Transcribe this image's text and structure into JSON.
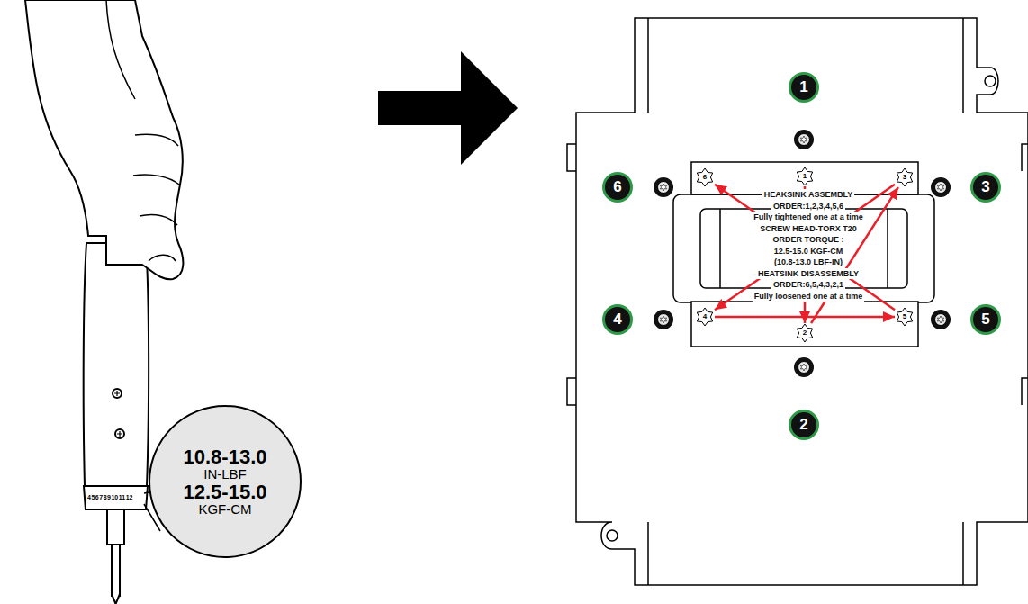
{
  "diagram": {
    "nodes": [
      {
        "text": [
          "10.8-13.0",
          "IN-LBF",
          "12.5-15.0",
          "KGF-CM"
        ]
      },
      {
        "text": [
          "1"
        ]
      },
      {
        "text": [
          "6"
        ]
      },
      {
        "text": [
          "3"
        ]
      },
      {
        "text": [
          "4"
        ]
      },
      {
        "text": [
          "5"
        ]
      },
      {
        "text": [
          "2"
        ]
      },
      {
        "text": [
          "HEAKSINK ASSEMBLY",
          "ORDER:1,2,3,4,5,6",
          "Fully tightened one at a time",
          "SCREW HEAD-TORX T20",
          "ORDER TORQUE :",
          "12.5-15.0 KGF-CM",
          "(10.8-13.0 LBF-IN)",
          "HEATSINK DISASSEMBLY",
          "ORDER:6,5,4,3,2,1",
          "Fully loosened one at a time"
        ]
      },
      {
        "text": [
          "6"
        ],
        "in": 7
      },
      {
        "text": [
          "1"
        ],
        "in": 7
      },
      {
        "text": [
          "3"
        ],
        "in": 7
      },
      {
        "text": [
          "4"
        ],
        "in": 7
      },
      {
        "text": [
          "2"
        ],
        "in": 7
      },
      {
        "text": [
          "5"
        ],
        "in": 7
      }
    ],
    "edges": [
      {
        "from": 9,
        "to": 12,
        "arrow": "to"
      },
      {
        "from": 12,
        "to": 10,
        "arrow": "to"
      },
      {
        "from": 10,
        "to": 11,
        "arrow": "to"
      },
      {
        "from": 11,
        "to": 13,
        "arrow": "to"
      },
      {
        "from": 13,
        "to": 8,
        "arrow": "to"
      }
    ],
    "labels": [
      "4",
      "5",
      "6",
      "7",
      "8",
      "9",
      "10",
      "11",
      "12"
    ]
  }
}
